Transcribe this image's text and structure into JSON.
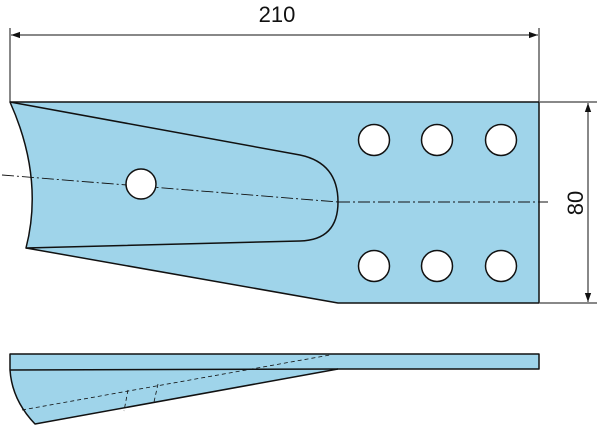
{
  "diagram": {
    "dimensions": {
      "width_label": "210",
      "height_label": "80"
    },
    "colors": {
      "part_fill": "#9fd4ea",
      "outline": "#111111",
      "background": "#ffffff"
    },
    "views": [
      "top-view",
      "side-view"
    ],
    "top_view": {
      "hole_rows": 2,
      "holes_per_row": 3,
      "center_hole_count": 1
    }
  }
}
